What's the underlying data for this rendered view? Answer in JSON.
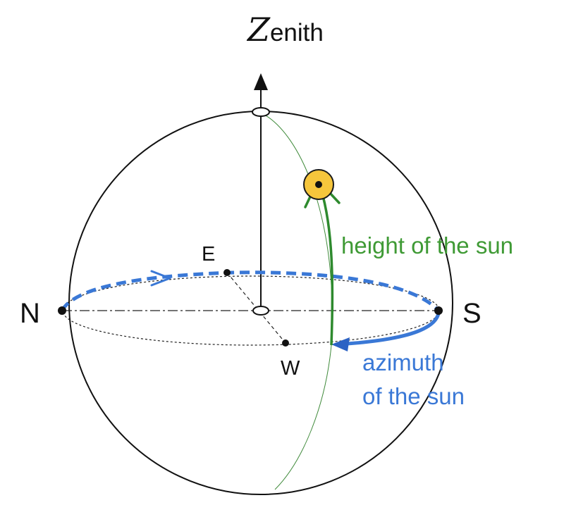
{
  "labels": {
    "zenith_initial": "Z",
    "zenith_rest": "enith",
    "north": "N",
    "south": "S",
    "east": "E",
    "west": "W",
    "height": "height of the sun",
    "azimuth_line1": "azimuth",
    "azimuth_line2": "of the sun"
  },
  "colors": {
    "outline": "#111111",
    "meridian": "#3f8a3a",
    "height_arrow": "#2e8a2e",
    "height_text": "#3f9a35",
    "azimuth": "#3a78d6",
    "sun_fill": "#f6c63c",
    "sun_stroke": "#1a1a1a"
  }
}
